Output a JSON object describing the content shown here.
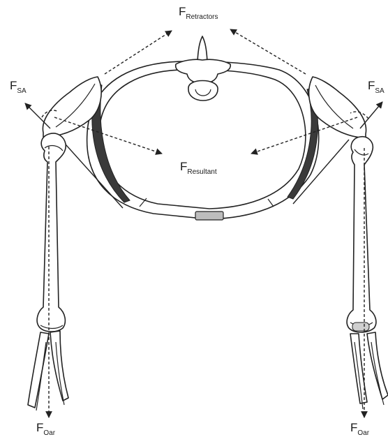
{
  "labels": {
    "retractors": {
      "main": "F",
      "sub": "Retractors"
    },
    "resultant": {
      "main": "F",
      "sub": "Resultant"
    },
    "sa_left": {
      "main": "F",
      "sub": "SA"
    },
    "sa_right": {
      "main": "F",
      "sub": "SA"
    },
    "oar_left": {
      "main": "F",
      "sub": "Oar"
    },
    "oar_right": {
      "main": "F",
      "sub": "Oar"
    }
  }
}
